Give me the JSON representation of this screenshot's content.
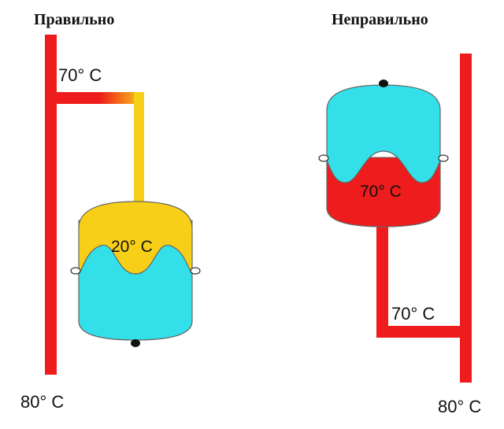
{
  "headings": {
    "correct": "Правильно",
    "incorrect": "Неправильно"
  },
  "correct_setup": {
    "pipe_top_temp": "70° C",
    "tank_temp": "20° C",
    "pipe_bottom_temp": "80° C"
  },
  "incorrect_setup": {
    "tank_temp": "70° C",
    "pipe_mid_temp": "70° C",
    "pipe_bottom_temp": "80° C"
  },
  "colors": {
    "hot_pipe": "#ee1c1c",
    "warm_water": "#f8cf18",
    "cold_water": "#33dfe8",
    "hot_water": "#ee1c1c",
    "outline": "#555555"
  }
}
